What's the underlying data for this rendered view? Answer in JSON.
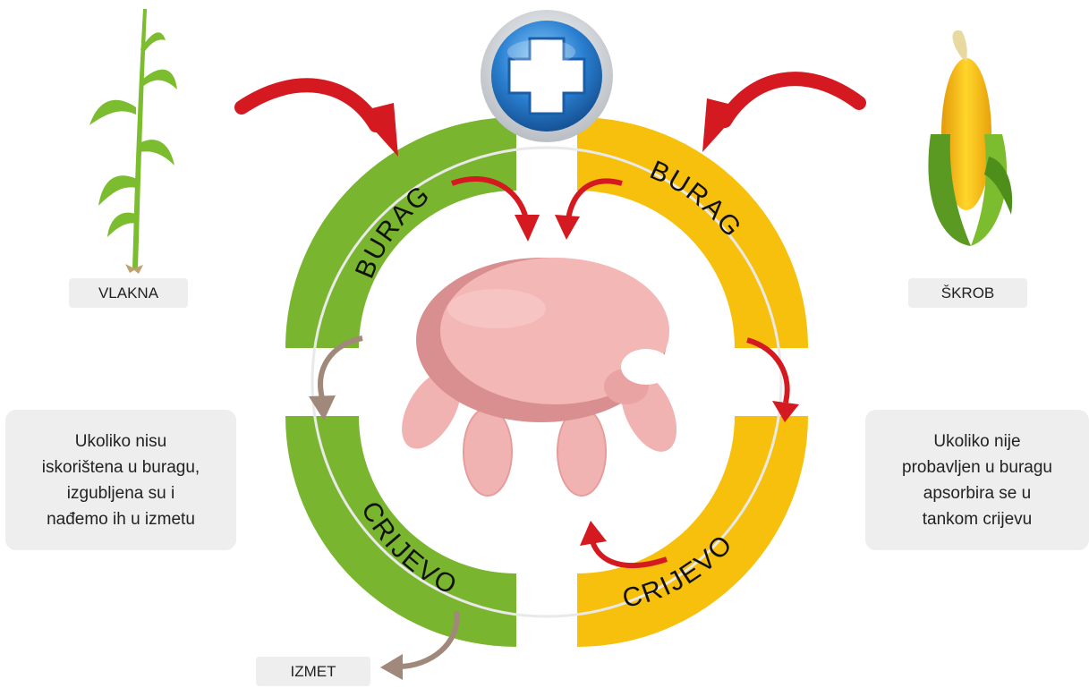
{
  "labels": {
    "vlakna": "VLAKNA",
    "skrob": "ŠKROB",
    "izmet": "IZMET"
  },
  "quadrants": {
    "top_left": "BURAG",
    "top_right": "BURAG",
    "bottom_left": "CRIJEVO",
    "bottom_right": "CRIJEVO"
  },
  "notes": {
    "left": "Ukoliko nisu\niskorištena u buragu,\nizgubljena su i\nnađemo ih u izmetu",
    "right": "Ukoliko nije\nprobavljen u buragu\napsorbira se u\ntankom crijevu"
  },
  "colors": {
    "green": "#7ab530",
    "yellow": "#f7c00c",
    "red_arrow": "#d41920",
    "brown_arrow": "#a0887a",
    "udder": "#f1b3b1"
  },
  "icons": [
    "plus-icon",
    "corn-stalk-icon",
    "corn-cob-icon",
    "udder-icon"
  ]
}
